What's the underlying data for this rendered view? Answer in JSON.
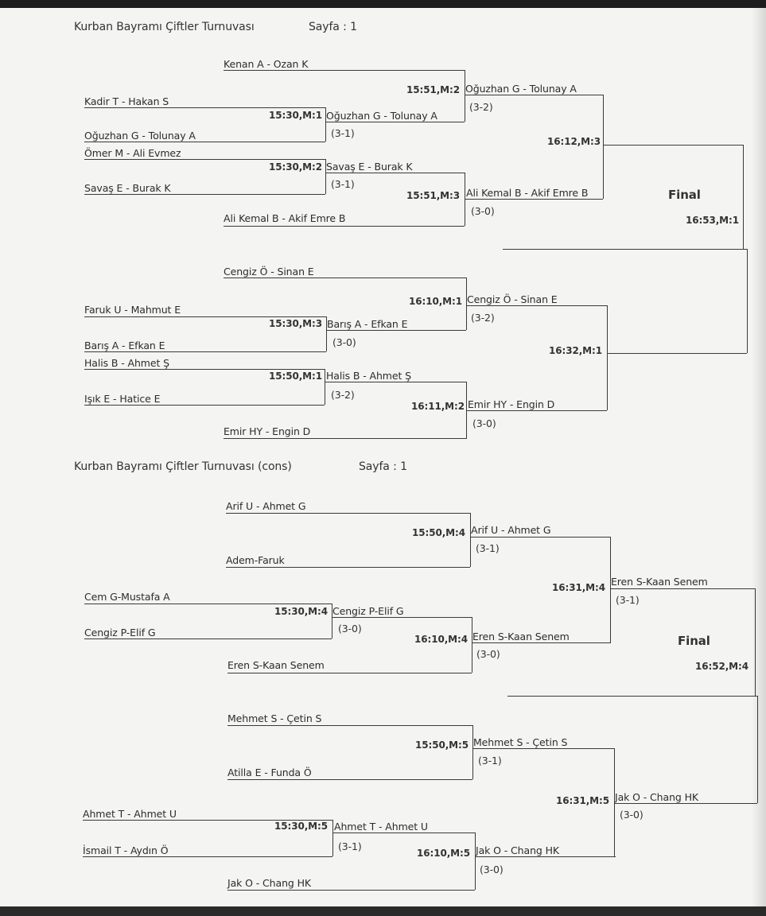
{
  "main": {
    "header_title": "Kurban Bayramı Çiftler Turnuvası",
    "header_page": "Sayfa : 1",
    "r1": [
      {
        "team": "Kenan A - Ozan K"
      },
      {
        "team": "Kadir T - Hakan S"
      },
      {
        "team": "Oğuzhan G - Tolunay A"
      },
      {
        "team": "Ömer M - Ali Evmez"
      },
      {
        "team": "Savaş E - Burak K"
      },
      {
        "team": "Ali Kemal B - Akif Emre B"
      },
      {
        "team": "Cengiz Ö - Sinan E"
      },
      {
        "team": "Faruk U - Mahmut E"
      },
      {
        "team": "Barış A - Efkan E"
      },
      {
        "team": "Halis B - Ahmet Ş"
      },
      {
        "team": "Işık E - Hatice E"
      },
      {
        "team": "Emir HY - Engin D"
      }
    ],
    "r2": [
      {
        "time": "15:30,M:1",
        "team": "Oğuzhan G - Tolunay A",
        "score": "(3-1)"
      },
      {
        "time": "15:30,M:2",
        "team": "Savaş E - Burak K",
        "score": "(3-1)"
      },
      {
        "time": "15:30,M:3",
        "team": "Barış A - Efkan E",
        "score": "(3-0)"
      },
      {
        "time": "15:50,M:1",
        "team": "Halis B - Ahmet Ş",
        "score": "(3-2)"
      }
    ],
    "r3": [
      {
        "time": "15:51,M:2",
        "team": "Oğuzhan G - Tolunay A",
        "score": "(3-2)"
      },
      {
        "time": "15:51,M:3",
        "team": "Ali Kemal B - Akif Emre B",
        "score": "(3-0)"
      },
      {
        "time": "16:10,M:1",
        "team": "Cengiz Ö - Sinan E",
        "score": "(3-2)"
      },
      {
        "time": "16:11,M:2",
        "team": "Emir HY - Engin D",
        "score": "(3-0)"
      }
    ],
    "r4": [
      {
        "time": "16:12,M:3"
      },
      {
        "time": "16:32,M:1"
      }
    ],
    "final_label": "Final",
    "final_time": "16:53,M:1"
  },
  "cons": {
    "header_title": "Kurban Bayramı Çiftler Turnuvası (cons)",
    "header_page": "Sayfa : 1",
    "r1": [
      {
        "team": "Arif U - Ahmet G"
      },
      {
        "team": "Adem-Faruk"
      },
      {
        "team": "Cem G-Mustafa A"
      },
      {
        "team": "Cengiz P-Elif G"
      },
      {
        "team": "Eren S-Kaan Senem"
      },
      {
        "team": "Mehmet S - Çetin S"
      },
      {
        "team": "Atilla E - Funda Ö"
      },
      {
        "team": "Ahmet T - Ahmet U"
      },
      {
        "team": "İsmail T - Aydın Ö"
      },
      {
        "team": "Jak O - Chang HK"
      }
    ],
    "r2": [
      {
        "time": "15:30,M:4",
        "team": "Cengiz P-Elif G",
        "score": "(3-0)"
      },
      {
        "time": "15:30,M:5",
        "team": "Ahmet T - Ahmet U",
        "score": "(3-1)"
      }
    ],
    "r3": [
      {
        "time": "15:50,M:4",
        "team": "Arif U - Ahmet G",
        "score": "(3-1)"
      },
      {
        "time": "16:10,M:4",
        "team": "Eren S-Kaan Senem",
        "score": "(3-0)"
      },
      {
        "time": "15:50,M:5",
        "team": "Mehmet S - Çetin S",
        "score": "(3-1)"
      },
      {
        "time": "16:10,M:5",
        "team": "Jak O - Chang HK",
        "score": "(3-0)"
      }
    ],
    "r4": [
      {
        "time": "16:31,M:4",
        "team": "Eren S-Kaan Senem",
        "score": "(3-1)"
      },
      {
        "time": "16:31,M:5",
        "team": "Jak O - Chang HK",
        "score": "(3-0)"
      }
    ],
    "final_label": "Final",
    "final_time": "16:52,M:4"
  }
}
